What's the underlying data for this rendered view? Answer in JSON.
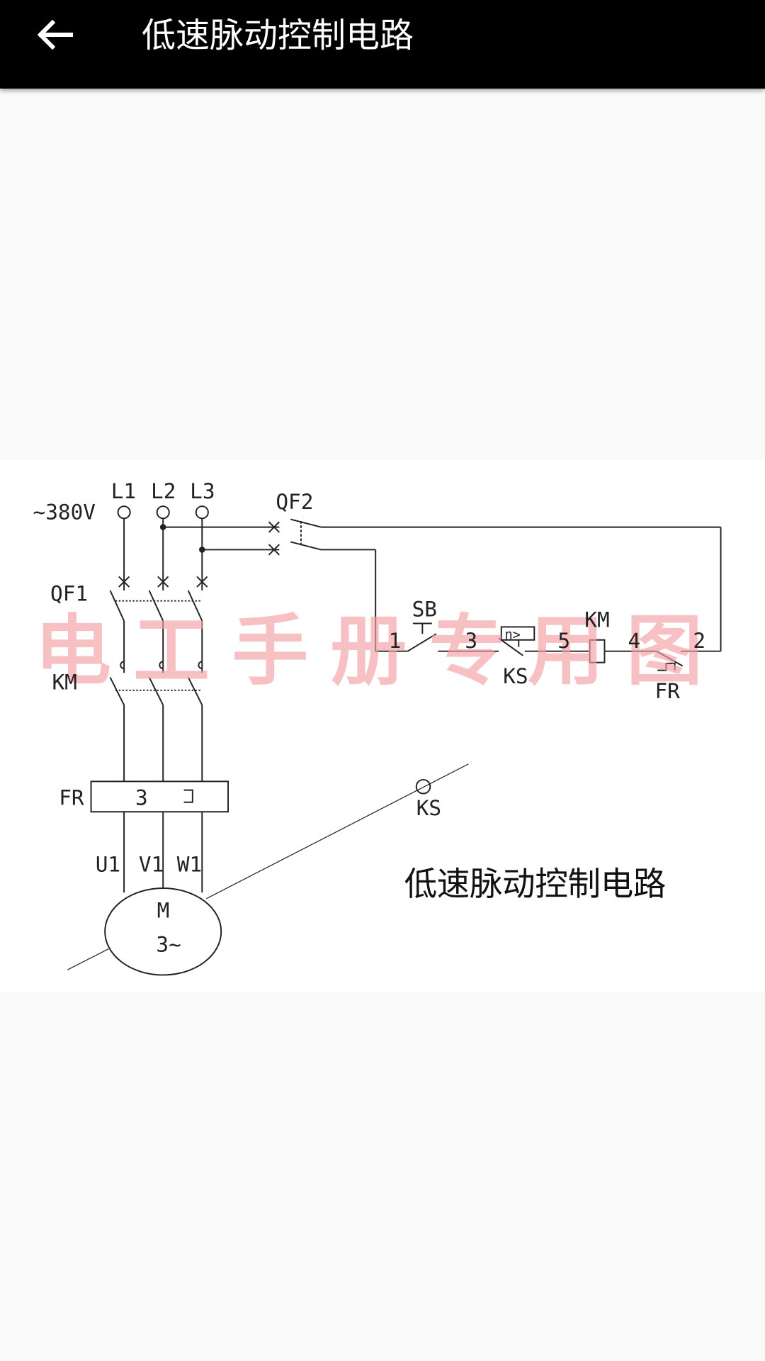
{
  "header": {
    "title": "低速脉动控制电路",
    "back_icon": "arrow-left-icon"
  },
  "diagram": {
    "caption": "低速脉动控制电路",
    "watermark": "电工手册专用图",
    "supply": "~380V",
    "phases": [
      "L1",
      "L2",
      "L3"
    ],
    "qf1": "QF1",
    "qf2": "QF2",
    "km_main": "KM",
    "fr_main": "FR",
    "fr_symbol_1": "3",
    "terminals": [
      "U1",
      "V1",
      "W1"
    ],
    "motor_label": "M",
    "motor_type": "3~",
    "ks_sensor": "KS",
    "control": {
      "node1": "1",
      "sb": "SB",
      "node3": "3",
      "ks_box": "n>",
      "ks": "KS",
      "node5": "5",
      "km_coil": "KM",
      "node4": "4",
      "node2": "2",
      "fr": "FR"
    }
  }
}
